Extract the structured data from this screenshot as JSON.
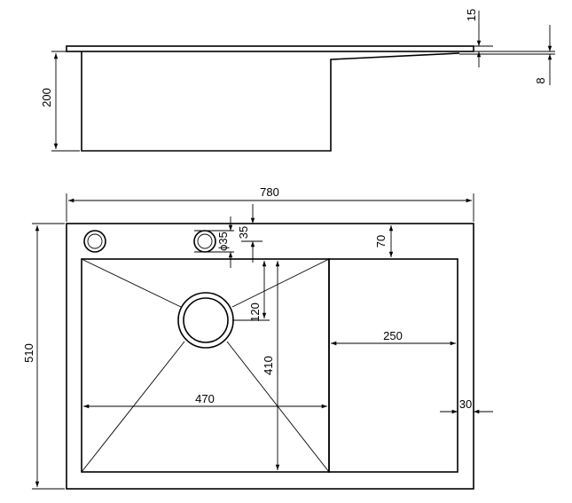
{
  "dimensions": {
    "overall_width": "780",
    "overall_depth": "510",
    "bowl_depth": "200",
    "top_thickness": "15",
    "flange_thickness": "8",
    "hole_diameter": "ϕ35",
    "hole_offset": "35",
    "back_margin": "70",
    "drain_offset": "120",
    "bowl_length": "410",
    "bowl_width": "470",
    "drainboard_width": "250",
    "side_margin": "30"
  }
}
